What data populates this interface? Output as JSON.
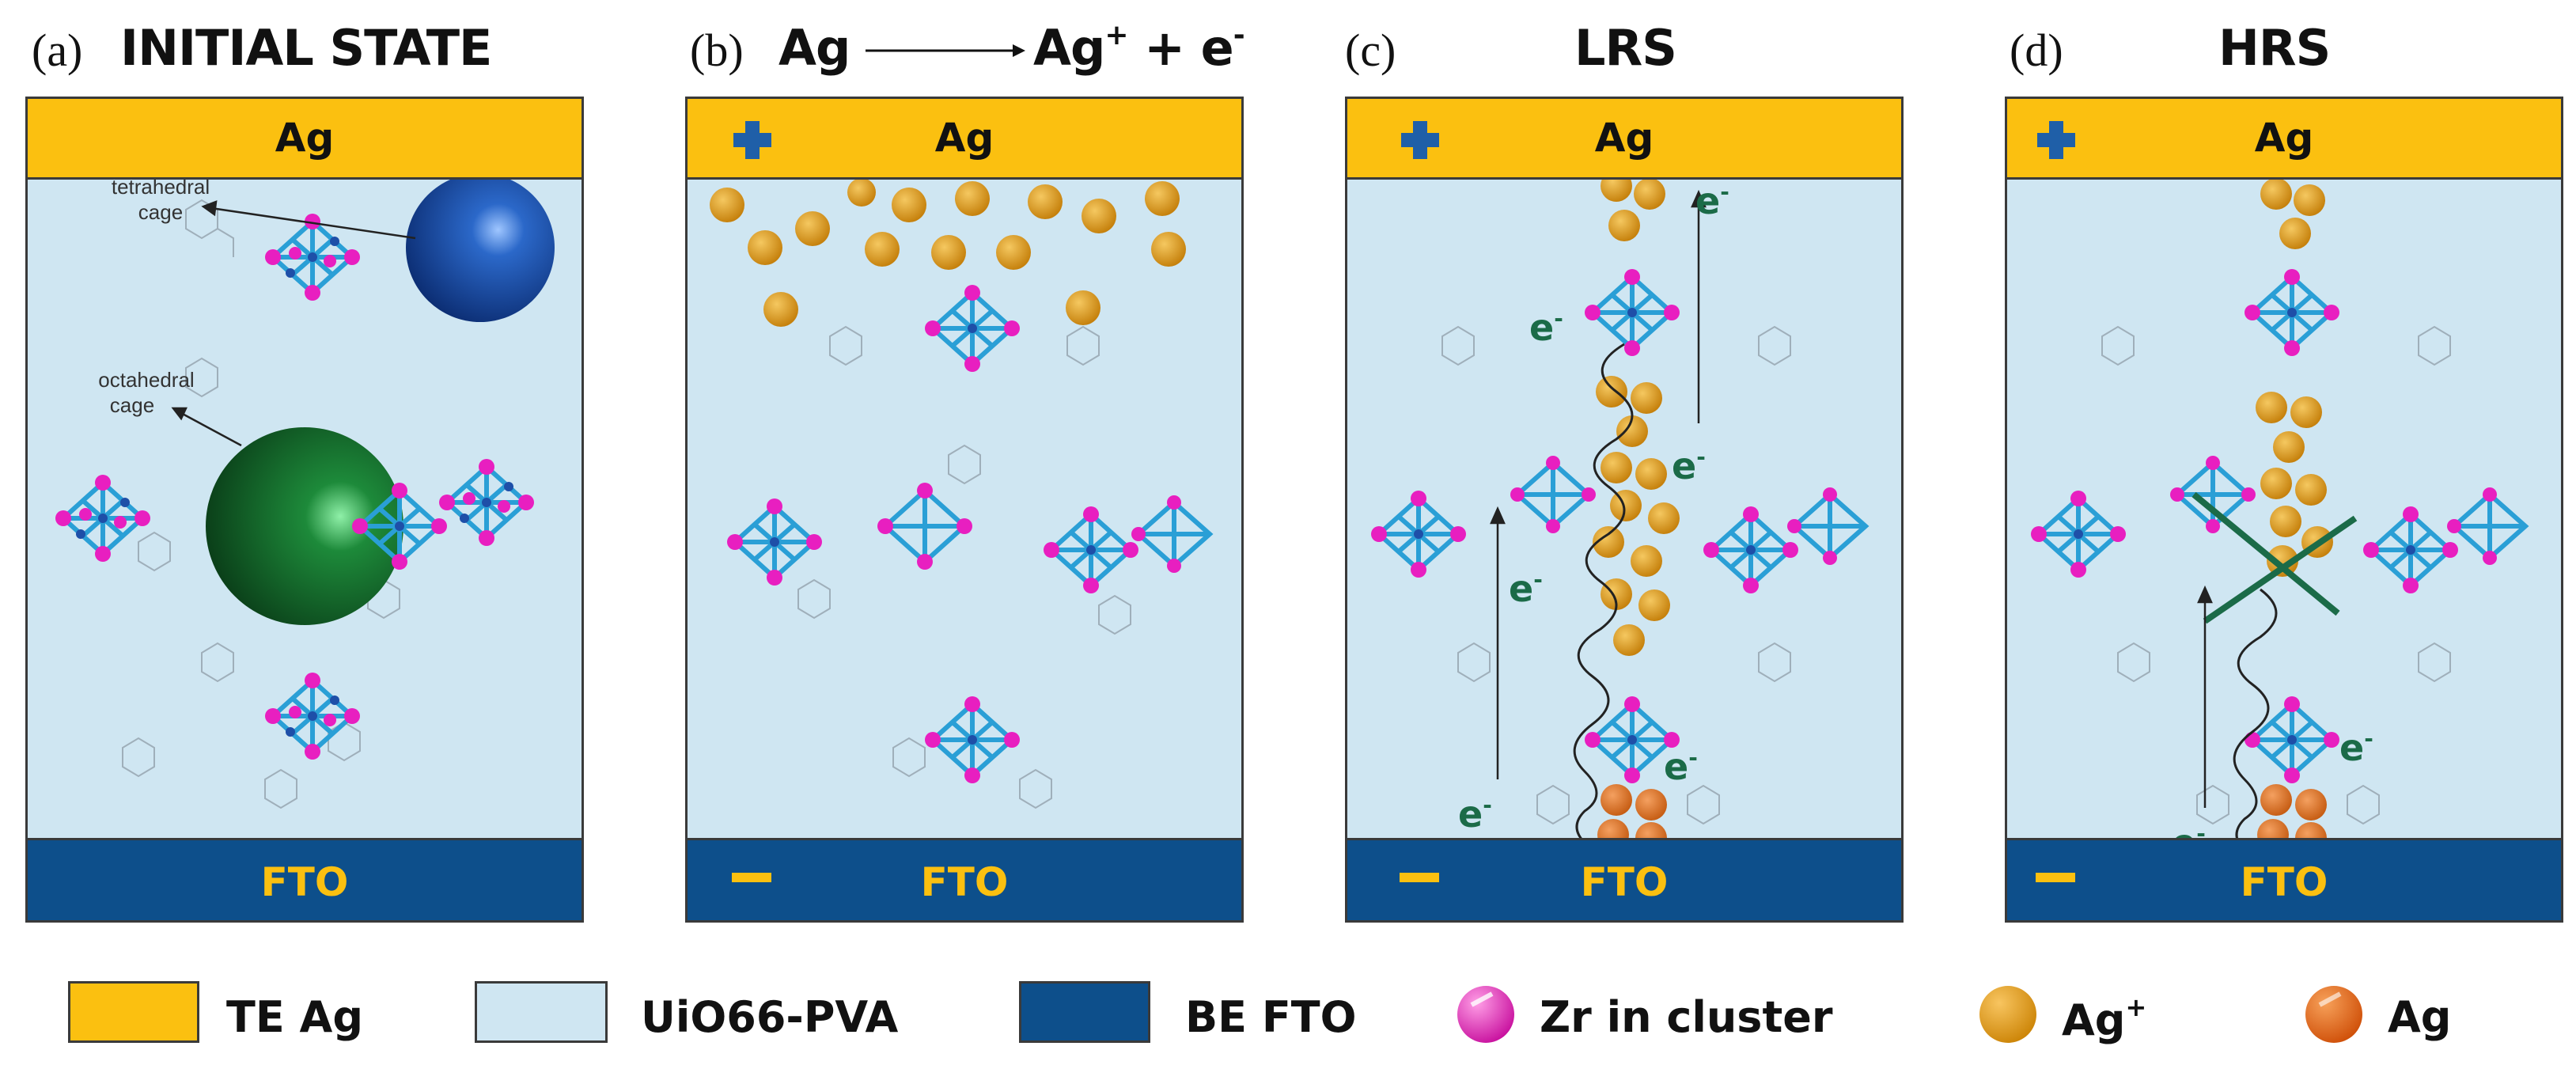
{
  "panels": [
    {
      "letter": "(a)",
      "title": "INITIAL STATE",
      "top_electrode": "Ag",
      "bottom_electrode": "FTO",
      "annotations": {
        "tetrahedral": "tetrahedral\ncage",
        "octahedral": "octahedral\ncage"
      }
    },
    {
      "letter": "(b)",
      "title": {
        "left": "Ag",
        "right_main": "Ag",
        "right_sup": "+",
        "right_rest": " + e",
        "right_rest_sup": "-"
      },
      "top_electrode": "Ag",
      "bottom_electrode": "FTO",
      "top_sign": "+",
      "bottom_sign": "−"
    },
    {
      "letter": "(c)",
      "title": "LRS",
      "top_electrode": "Ag",
      "bottom_electrode": "FTO",
      "top_sign": "+",
      "bottom_sign": "−",
      "electron_label": "e",
      "electron_sup": "-"
    },
    {
      "letter": "(d)",
      "title": "HRS",
      "top_electrode": "Ag",
      "bottom_electrode": "FTO",
      "top_sign": "+",
      "bottom_sign": "−",
      "electron_label": "e",
      "electron_sup": "-"
    }
  ],
  "legend": [
    {
      "label": "TE Ag",
      "kind": "rect",
      "color": "#fbc010"
    },
    {
      "label": "UiO66-PVA",
      "kind": "rect",
      "color": "#cfe6f2"
    },
    {
      "label": "BE FTO",
      "kind": "rect",
      "color": "#0d4f8b"
    },
    {
      "label": "Zr in cluster",
      "kind": "ball",
      "color": "#e81fc0"
    },
    {
      "label": "Ag",
      "label_sup": "+",
      "kind": "ball",
      "color": "#e39a10"
    },
    {
      "label": "Ag",
      "kind": "ball",
      "color": "#e06a10"
    }
  ],
  "colors": {
    "top_electrode": "#fbc010",
    "bottom_electrode": "#0d4f8b",
    "matrix": "#cfe6f2",
    "zr": "#e81fc0",
    "ag_ion": "#e39a10",
    "ag_atom": "#e06a10",
    "sign_plus": "#1f5fa8",
    "sign_minus": "#fbc010",
    "electron_text": "#1b6b48",
    "cross": "#1b6b48"
  }
}
